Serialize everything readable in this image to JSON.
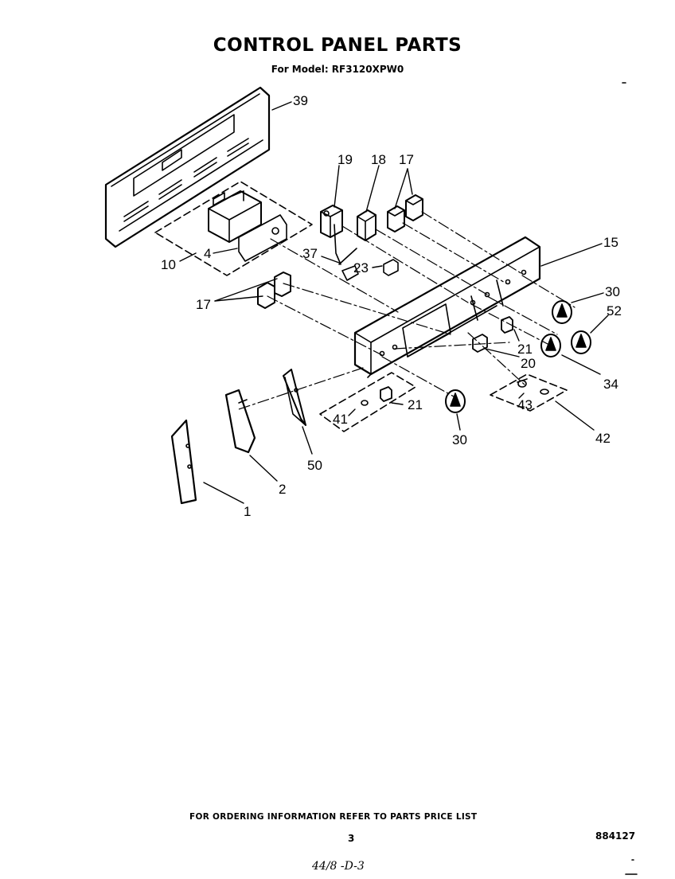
{
  "header": {
    "title": "CONTROL PANEL PARTS",
    "model_line": "For Model: RF3120XPW0"
  },
  "callouts": {
    "c39": "39",
    "c19": "19",
    "c18": "18",
    "c17_top": "17",
    "c15": "15",
    "c10": "10",
    "c4": "4",
    "c37": "37",
    "c23": "23",
    "c17_left": "17",
    "c30_right": "30",
    "c52": "52",
    "c21_right": "21",
    "c20": "20",
    "c34": "34",
    "c21_bottom": "21",
    "c41": "41",
    "c43": "43",
    "c42": "42",
    "c30_bottom": "30",
    "c50": "50",
    "c2": "2",
    "c1": "1"
  },
  "footer": {
    "note": "FOR ORDERING INFORMATION REFER TO PARTS PRICE LIST",
    "page_number": "3",
    "doc_number": "884127",
    "handwritten": "44/8 -D-3"
  }
}
